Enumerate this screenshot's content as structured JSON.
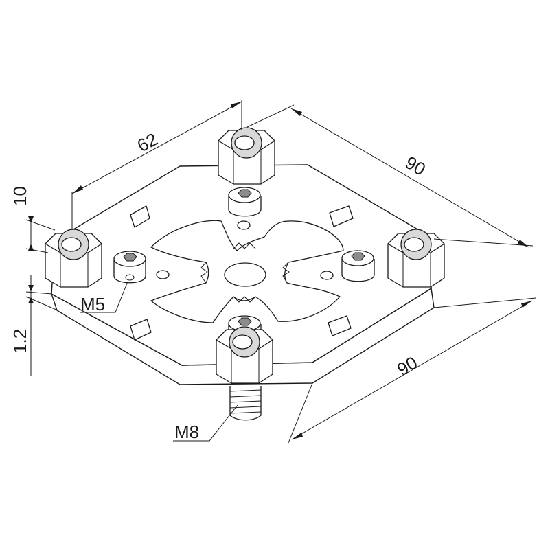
{
  "drawing": {
    "dimensions": {
      "top_span": "62",
      "right_upper": "90",
      "right_lower": "90",
      "nut_height": "10",
      "plate_thickness": "1.2"
    },
    "callouts": {
      "small_screw": "M5",
      "threaded_stud": "M8"
    }
  }
}
